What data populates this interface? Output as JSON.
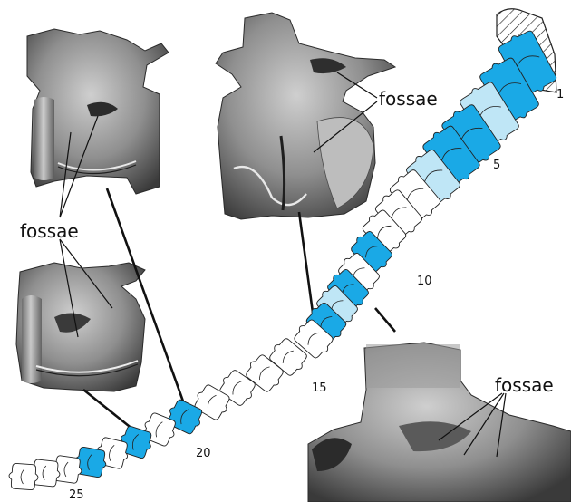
{
  "labels": {
    "fossae_top_left": "fossae",
    "fossae_top_middle": "fossae",
    "fossae_bottom_right": "fossae"
  },
  "vertebra_numbers": {
    "n1": "1",
    "n5": "5",
    "n10": "10",
    "n15": "15",
    "n20": "20",
    "n25": "25"
  },
  "colors": {
    "highlight_dark": "#1aa9e6",
    "highlight_light": "#bfe6f6",
    "outline": "#222222",
    "photo_light": "#c9c9c9",
    "photo_mid": "#8a8a8a",
    "photo_dark": "#3b3b3b"
  }
}
